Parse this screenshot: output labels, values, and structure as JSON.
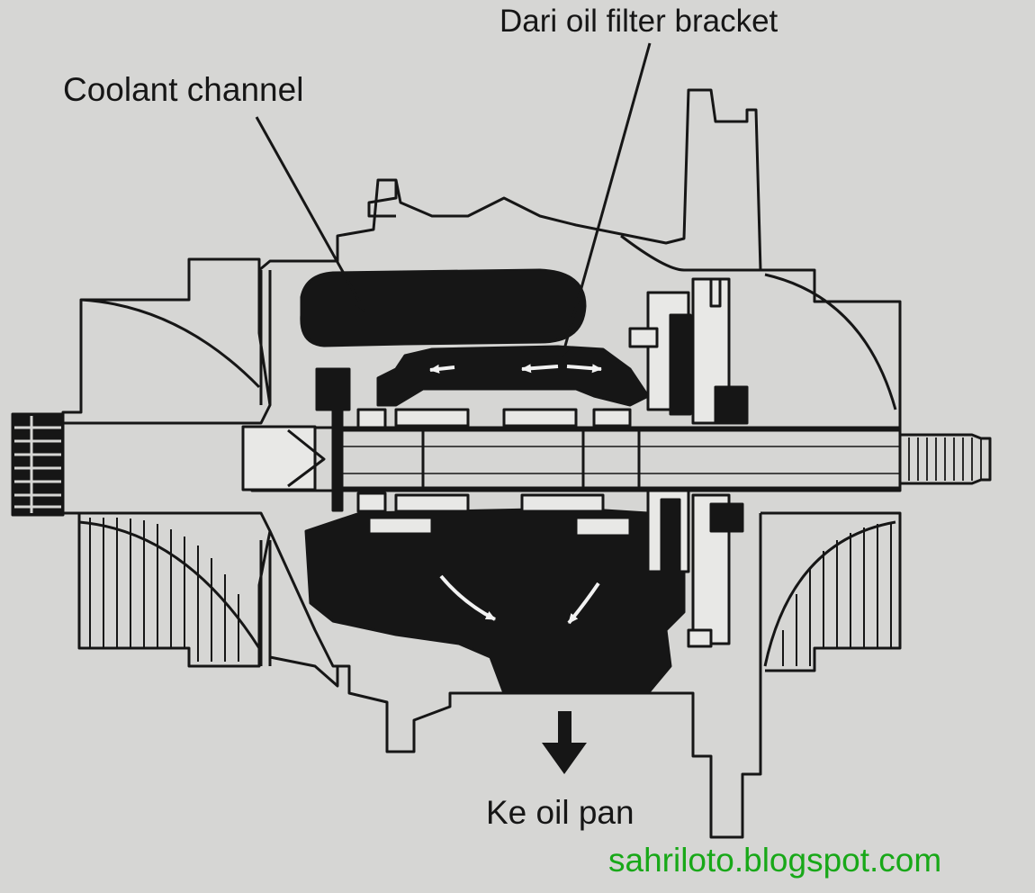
{
  "diagram": {
    "labels": {
      "coolant_channel": "Coolant channel",
      "oil_inlet": "Dari oil filter bracket",
      "oil_outlet": "Ke oil pan"
    },
    "watermark": "sahriloto.blogspot.com",
    "colors": {
      "paper": "#d6d6d4",
      "ink": "#161616",
      "watermark": "#18a818"
    }
  }
}
